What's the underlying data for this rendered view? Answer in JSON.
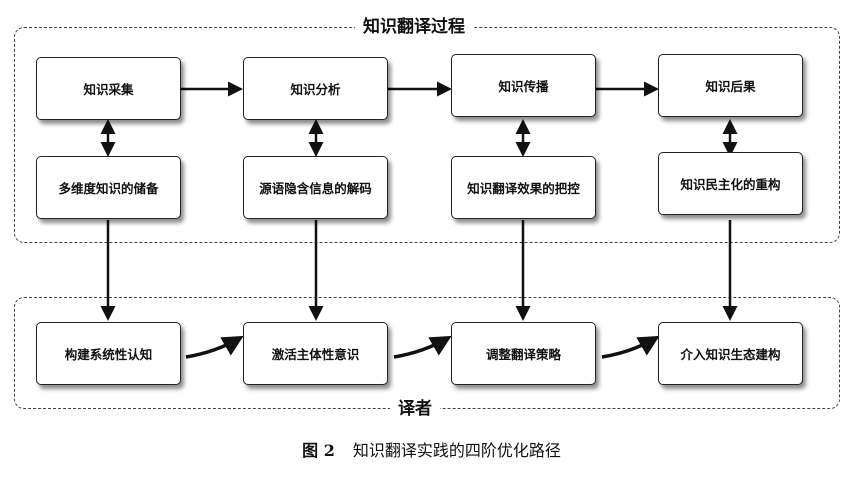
{
  "process_group": {
    "label": "知识翻译过程"
  },
  "translator_group": {
    "label": "译者"
  },
  "process_row": [
    "知识采集",
    "知识分析",
    "知识传播",
    "知识后果"
  ],
  "storage_row": [
    "多维度知识的储备",
    "源语隐含信息的解码",
    "知识翻译效果的把控",
    "知识民主化的重构"
  ],
  "translator_row": [
    "构建系统性认知",
    "激活主体性意识",
    "调整翻译策略",
    "介入知识生态建构"
  ],
  "caption": {
    "number": "图 2",
    "title": "知识翻译实践的四阶优化路径"
  }
}
